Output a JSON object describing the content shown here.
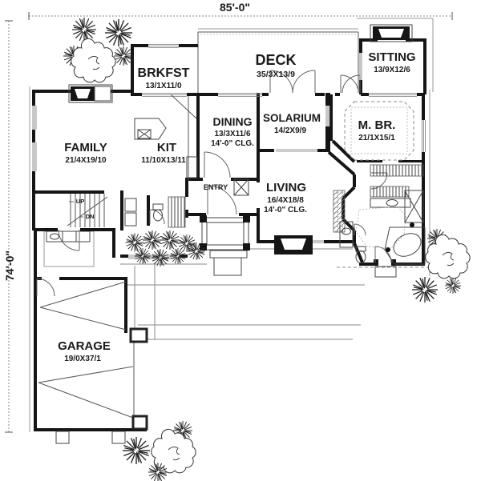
{
  "drawing": {
    "overall_width": "85'-0\"",
    "overall_depth": "74'-0\"",
    "ink_color": "#1a1a1a"
  },
  "rooms": {
    "brkfst": {
      "name": "BRKFST",
      "size": "13/1X11/0"
    },
    "deck": {
      "name": "DECK",
      "size": "35/3X13/9"
    },
    "sitting": {
      "name": "SITTING",
      "size": "13/9X12/6"
    },
    "family": {
      "name": "FAMILY",
      "size": "21/4X19/10"
    },
    "kit": {
      "name": "KIT",
      "size": "11/10X13/11"
    },
    "dining": {
      "name": "DINING",
      "size": "13/3X11/6",
      "ceiling": "14'-0\" CLG."
    },
    "solarium": {
      "name": "SOLARIUM",
      "size": "14/2X9/9"
    },
    "master_bedroom": {
      "name": "M. BR.",
      "size": "21/1X15/1"
    },
    "living": {
      "name": "LIVING",
      "size": "16/4X18/8",
      "ceiling": "14'-0\" CLG."
    },
    "entry": {
      "name": "ENTRY"
    },
    "garage": {
      "name": "GARAGE",
      "size": "19/0X37/1"
    }
  },
  "stairs": {
    "up_label": "UP",
    "down_label": "DN"
  }
}
